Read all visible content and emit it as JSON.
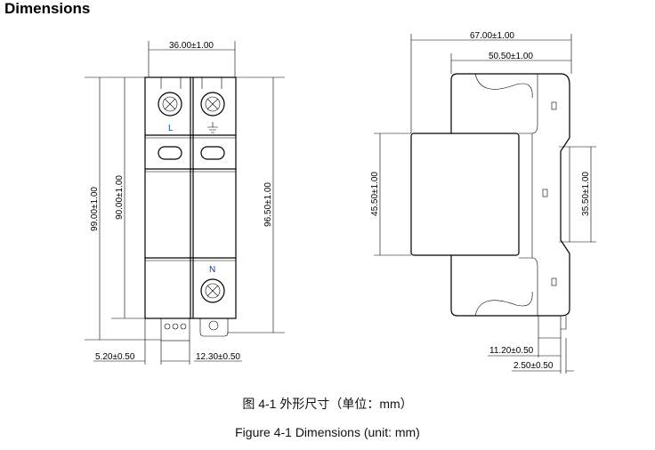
{
  "section_title": "Dimensions",
  "front_view": {
    "width": "36.00±1.00",
    "height_total": "99.00±1.00",
    "height_body": "90.00±1.00",
    "height_rail": "96.50±1.00",
    "offset_left": "5.20±0.50",
    "terminal_offset": "12.30±0.50",
    "terminal_labels": [
      "L",
      "N"
    ]
  },
  "side_view": {
    "depth_total": "67.00±1.00",
    "depth_body": "50.50±1.00",
    "front_height": "45.50±1.00",
    "rail_width": "35.50±1.00",
    "clip_offset": "11.20±0.50",
    "clip_thickness": "2.50±0.50"
  },
  "caption_cn": "图 4-1 外形尺寸（单位：mm）",
  "caption_en": "Figure 4-1 Dimensions (unit: mm)"
}
